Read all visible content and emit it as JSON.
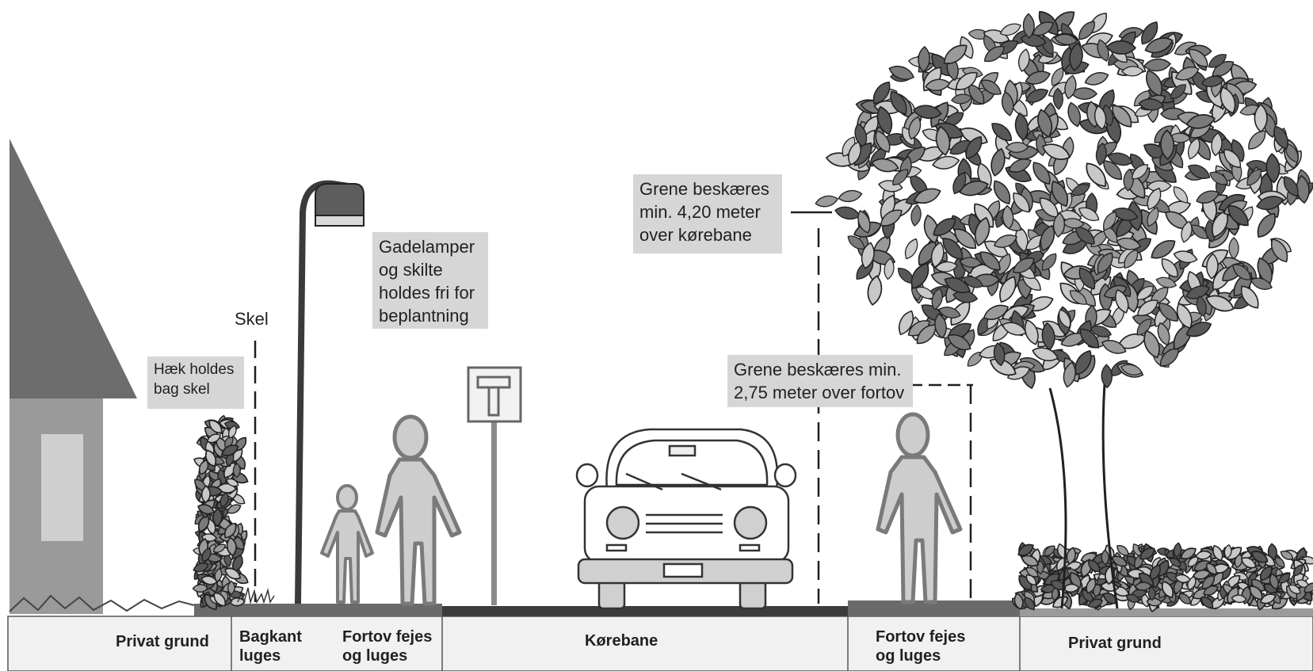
{
  "annotations": {
    "skel": "Skel",
    "haek": "Hæk holdes\nbag skel",
    "gadelamper": "Gadelamper\nog skilte\nholdes fri for\nbeplantning",
    "grene_korebane": "Grene beskæres\nmin. 4,20 meter\nover kørebane",
    "grene_fortov": "Grene beskæres min.\n2,75 meter over fortov"
  },
  "zones": {
    "privat_left": "Privat grund",
    "bagkant": "Bagkant\nluges",
    "fortov_left": "Fortov fejes\nog luges",
    "korebane": "Kørebane",
    "fortov_right": "Fortov fejes\nog luges",
    "privat_right": "Privat grund"
  },
  "colors": {
    "callout_bg": "#d6d6d6",
    "dark_gray": "#585858",
    "mid_gray": "#9a9a9a",
    "light_gray": "#c8c8c8",
    "road": "#3c3c3c",
    "text": "#231f20"
  }
}
